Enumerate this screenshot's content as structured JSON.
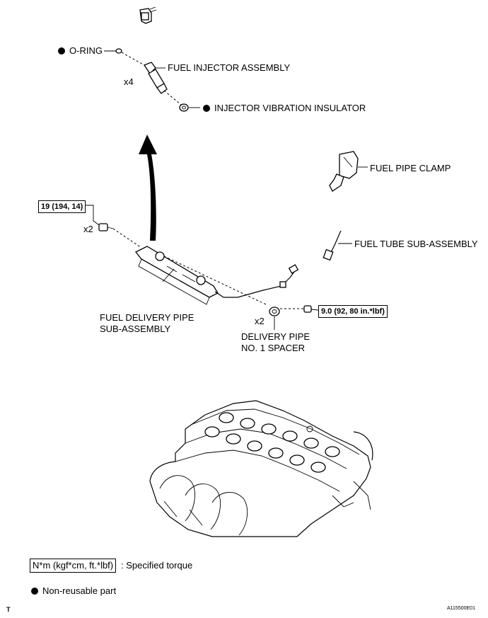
{
  "parts": {
    "o_ring": "O-RING",
    "fuel_injector": "FUEL INJECTOR ASSEMBLY",
    "injector_insulator": "INJECTOR VIBRATION INSULATOR",
    "fuel_pipe_clamp": "FUEL PIPE CLAMP",
    "fuel_tube": "FUEL TUBE SUB-ASSEMBLY",
    "fuel_delivery_pipe_line1": "FUEL DELIVERY PIPE",
    "fuel_delivery_pipe_line2": "SUB-ASSEMBLY",
    "delivery_spacer_line1": "DELIVERY PIPE",
    "delivery_spacer_line2": "NO. 1 SPACER"
  },
  "quantities": {
    "injector_qty": "x4",
    "bolt_qty": "x2",
    "spacer_qty": "x2"
  },
  "torques": {
    "delivery_pipe_bolt": "19 (194, 14)",
    "spacer_bolt": "9.0 (92, 80 in.*lbf)"
  },
  "legend": {
    "torque_unit": "N*m (kgf*cm, ft.*lbf)",
    "torque_desc": ": Specified torque",
    "non_reusable": "Non-reusable part"
  },
  "footer": {
    "corner_mark": "T",
    "figure_id": "A115500E01"
  }
}
